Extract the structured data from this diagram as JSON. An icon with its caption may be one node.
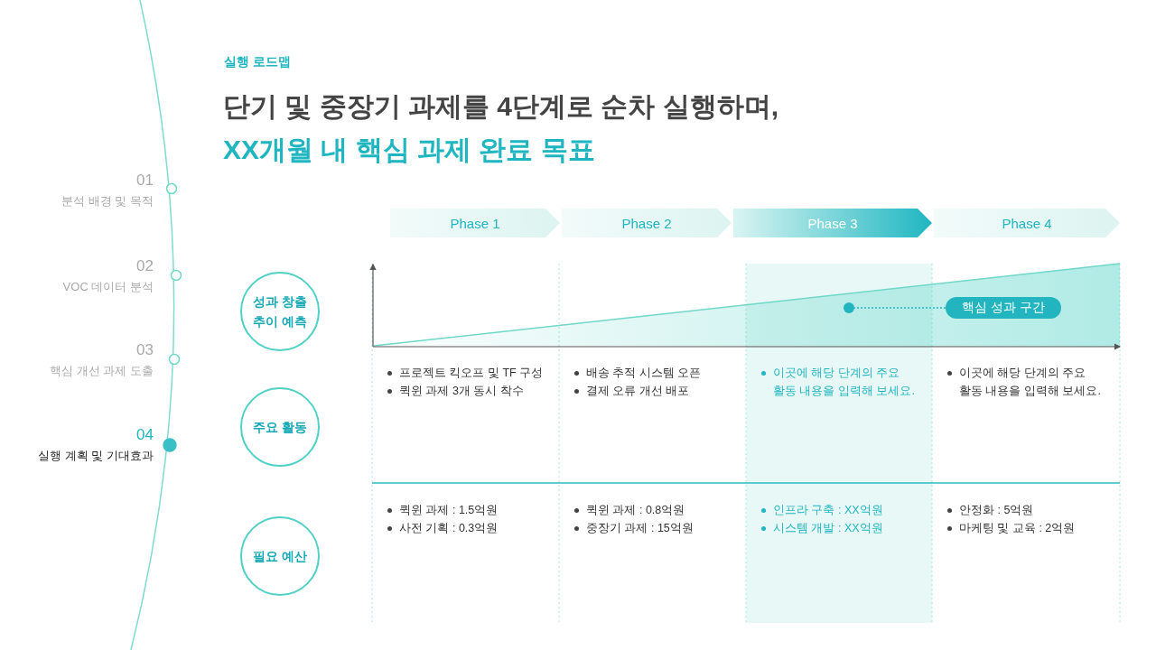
{
  "diagram": {
    "title": "단기 및 중장기 과제를 4단계로 순차 실행하며,",
    "nodes": [
      {
        "text": [
          "Phase 1"
        ]
      },
      {
        "text": [
          "Phase 2"
        ]
      },
      {
        "text": [
          "Phase 3"
        ]
      },
      {
        "text": [
          "Phase 4"
        ]
      },
      {
        "text": [
          "성과 창출 추이 예측"
        ]
      },
      {
        "text": [
          "주요 활동"
        ]
      },
      {
        "text": [
          "필요 예산"
        ]
      },
      {
        "text": [
          "핵심 성과 구간"
        ]
      },
      {
        "text": [],
        "shape": "circle"
      }
    ],
    "edges": [
      {
        "from": 7,
        "to": 8,
        "arrow": "none",
        "style": "dashed"
      }
    ],
    "labels": [
      "실행 로드맵",
      "XX개월 내 핵심 과제 완료 목표",
      "01",
      "분석 배경 및 목적",
      "02",
      "VOC 데이터 분석",
      "03",
      "핵심 개선 과제 도출",
      "04",
      "실행 계획 및 기대효과",
      "프로젝트 킥오프 및 TF 구성",
      "퀵윈 과제 3개 동시 착수",
      "배송 추적 시스템 오픈",
      "결제 오류 개선 배포",
      "이곳에 해당 단계의 주요 활동 내용을 입력해 보세요.",
      "이곳에 해당 단계의 주요 활동 내용을 입력해 보세요.",
      "퀵윈 과제 : 1.5억원",
      "사전 기획 : 0.3억원",
      "퀵윈 과제 : 0.8억원",
      "중장기 과제 : 15억원",
      "인프라 구축 : XX억원",
      "시스템 개발 : XX억원",
      "안정화 : 5억원",
      "마케팅 및 교육 : 2억원"
    ]
  }
}
